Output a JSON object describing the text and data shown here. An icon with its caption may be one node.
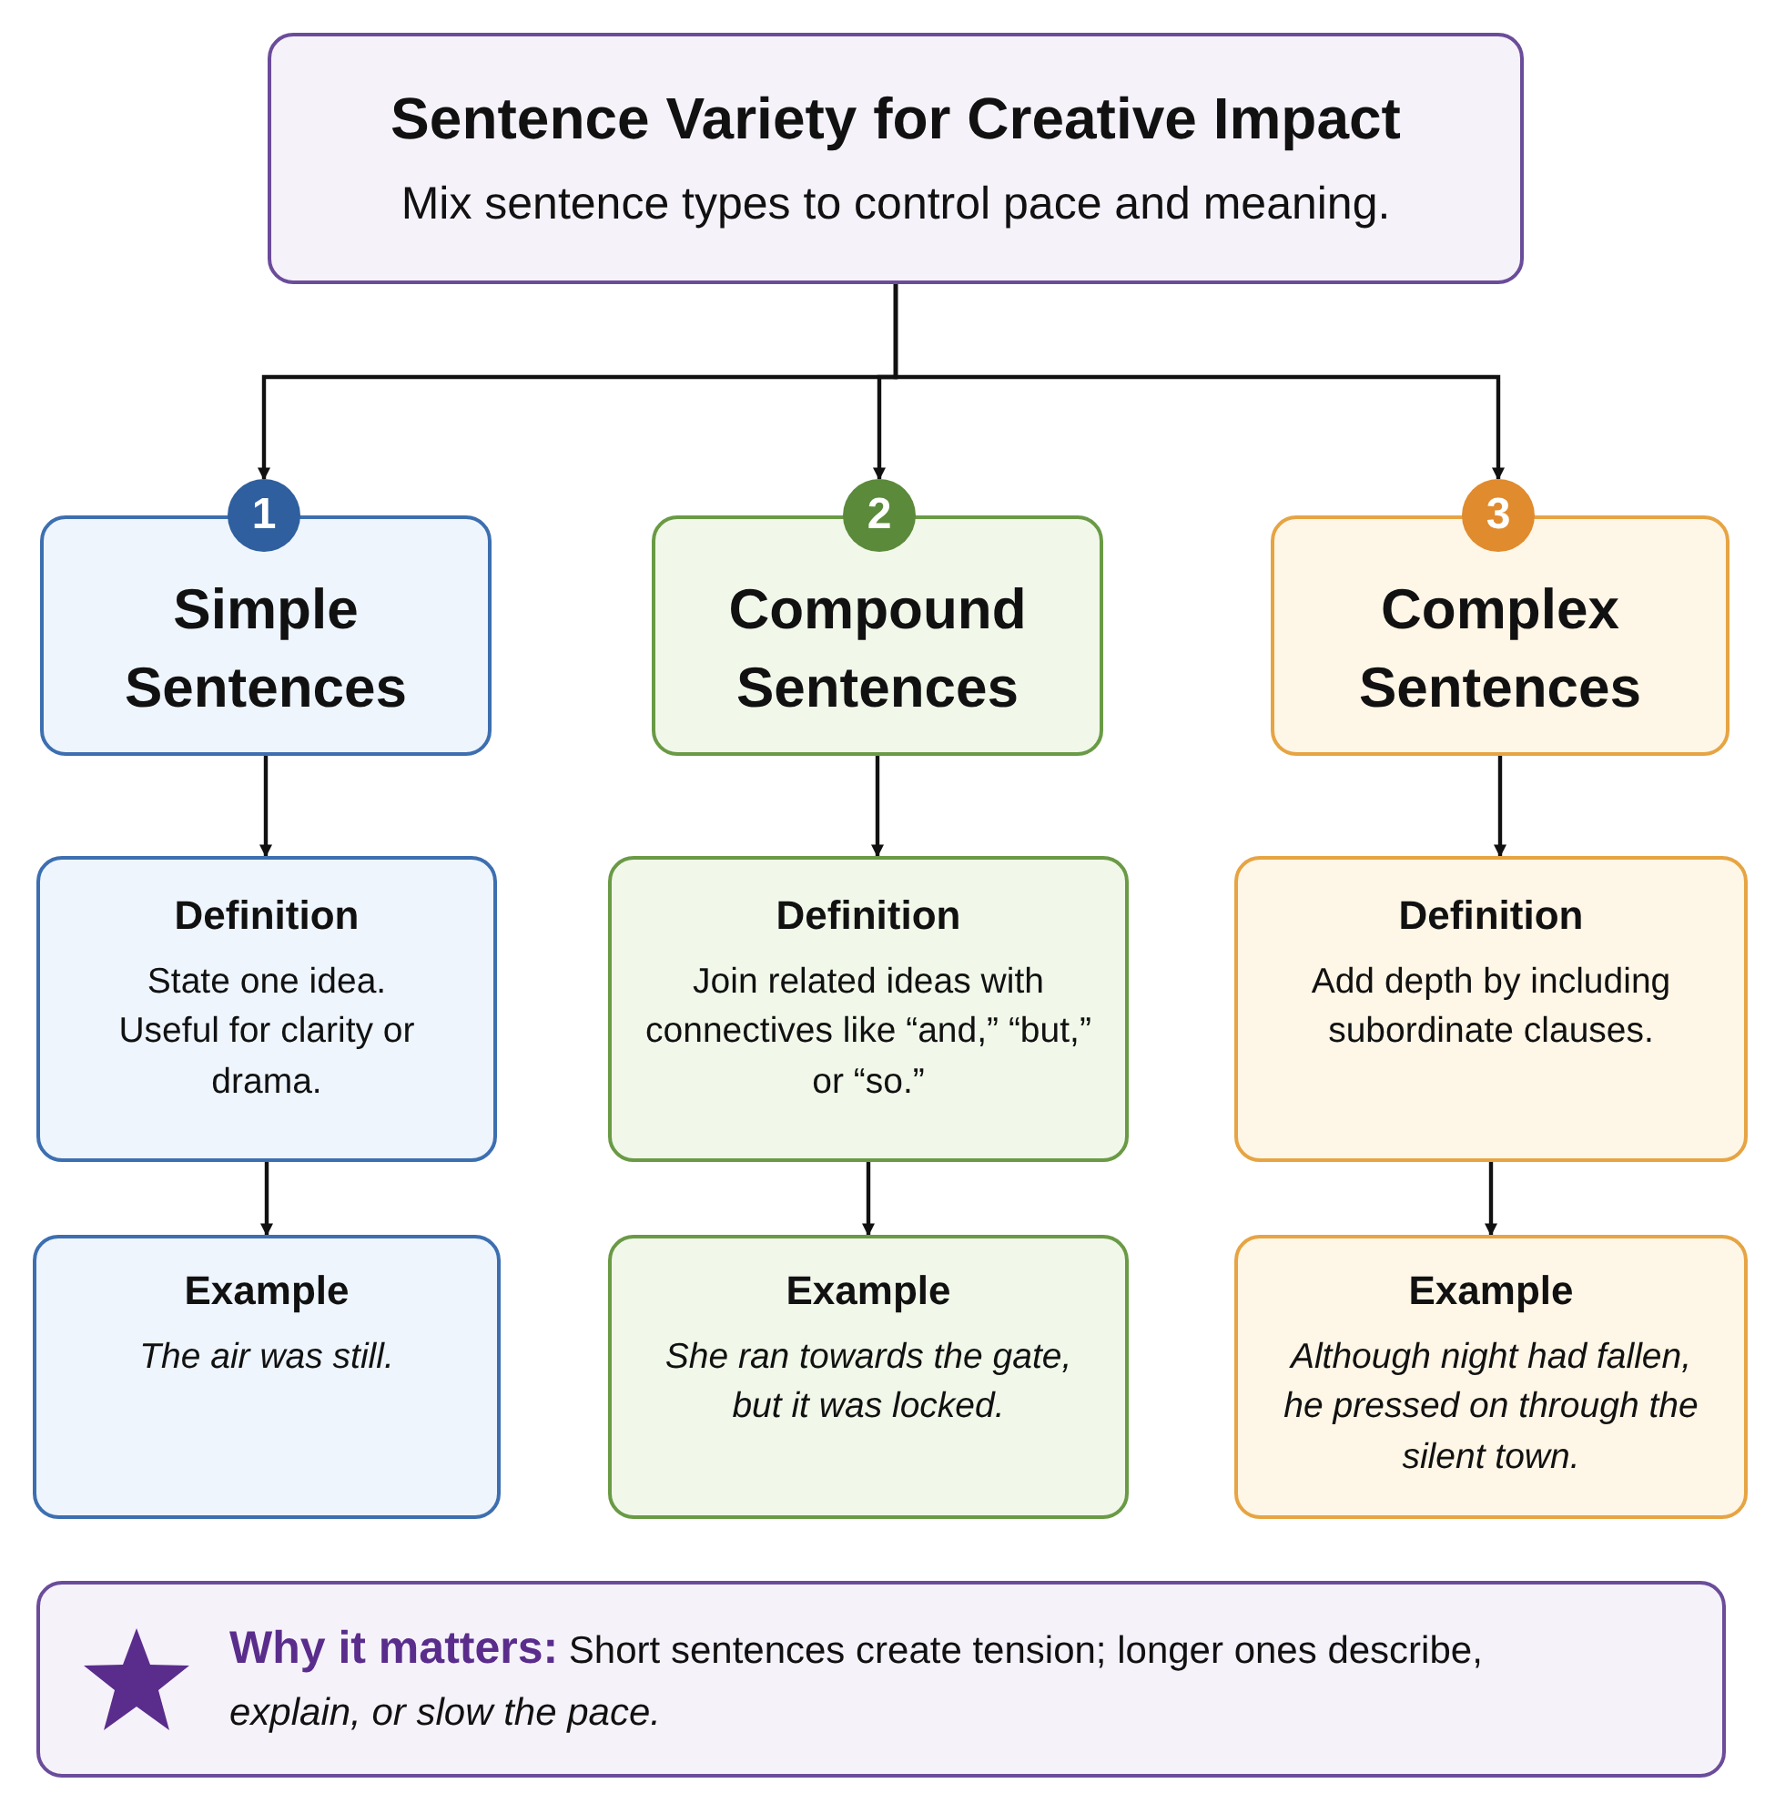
{
  "diagram": {
    "nodes": [
      {
        "text": [
          "Sentence Variety for Creative Impact",
          "Mix sentence types to control pace and meaning."
        ]
      },
      {
        "text": [
          "1"
        ]
      },
      {
        "text": [
          "Simple Sentences"
        ]
      },
      {
        "text": [
          "2"
        ]
      },
      {
        "text": [
          "Compound Sentences"
        ]
      },
      {
        "text": [
          "3"
        ]
      },
      {
        "text": [
          "Complex Sentences"
        ]
      },
      {
        "text": [
          "Definition",
          "State one idea. Useful for clarity or drama."
        ]
      },
      {
        "text": [
          "Definition",
          "Join related ideas with connectives like “and,” “but,” or “so.”"
        ]
      },
      {
        "text": [
          "Definition",
          "Add depth by including subordinate clauses."
        ]
      },
      {
        "text": [
          "Example",
          "The air was still."
        ]
      },
      {
        "text": [
          "Example",
          "She ran towards the gate, but it was locked."
        ]
      },
      {
        "text": [
          "Example",
          "Although night had fallen, he pressed on through the silent town."
        ]
      },
      {
        "text": [
          "**Why it matters:** Short sentences create tension; longer ones describe, *explain, or slow the pace.*"
        ]
      }
    ],
    "edges": [
      {
        "from": 0,
        "to": 1,
        "arrow": "to"
      },
      {
        "from": 0,
        "to": 3,
        "arrow": "to"
      },
      {
        "from": 0,
        "to": 5,
        "arrow": "to"
      },
      {
        "from": 2,
        "to": 7,
        "arrow": "to"
      },
      {
        "from": 7,
        "to": 10,
        "arrow": "to"
      },
      {
        "from": 4,
        "to": 8,
        "arrow": "to"
      },
      {
        "from": 8,
        "to": 11,
        "arrow": "to"
      },
      {
        "from": 6,
        "to": 9,
        "arrow": "to"
      },
      {
        "from": 9,
        "to": 12,
        "arrow": "to"
      }
    ]
  }
}
